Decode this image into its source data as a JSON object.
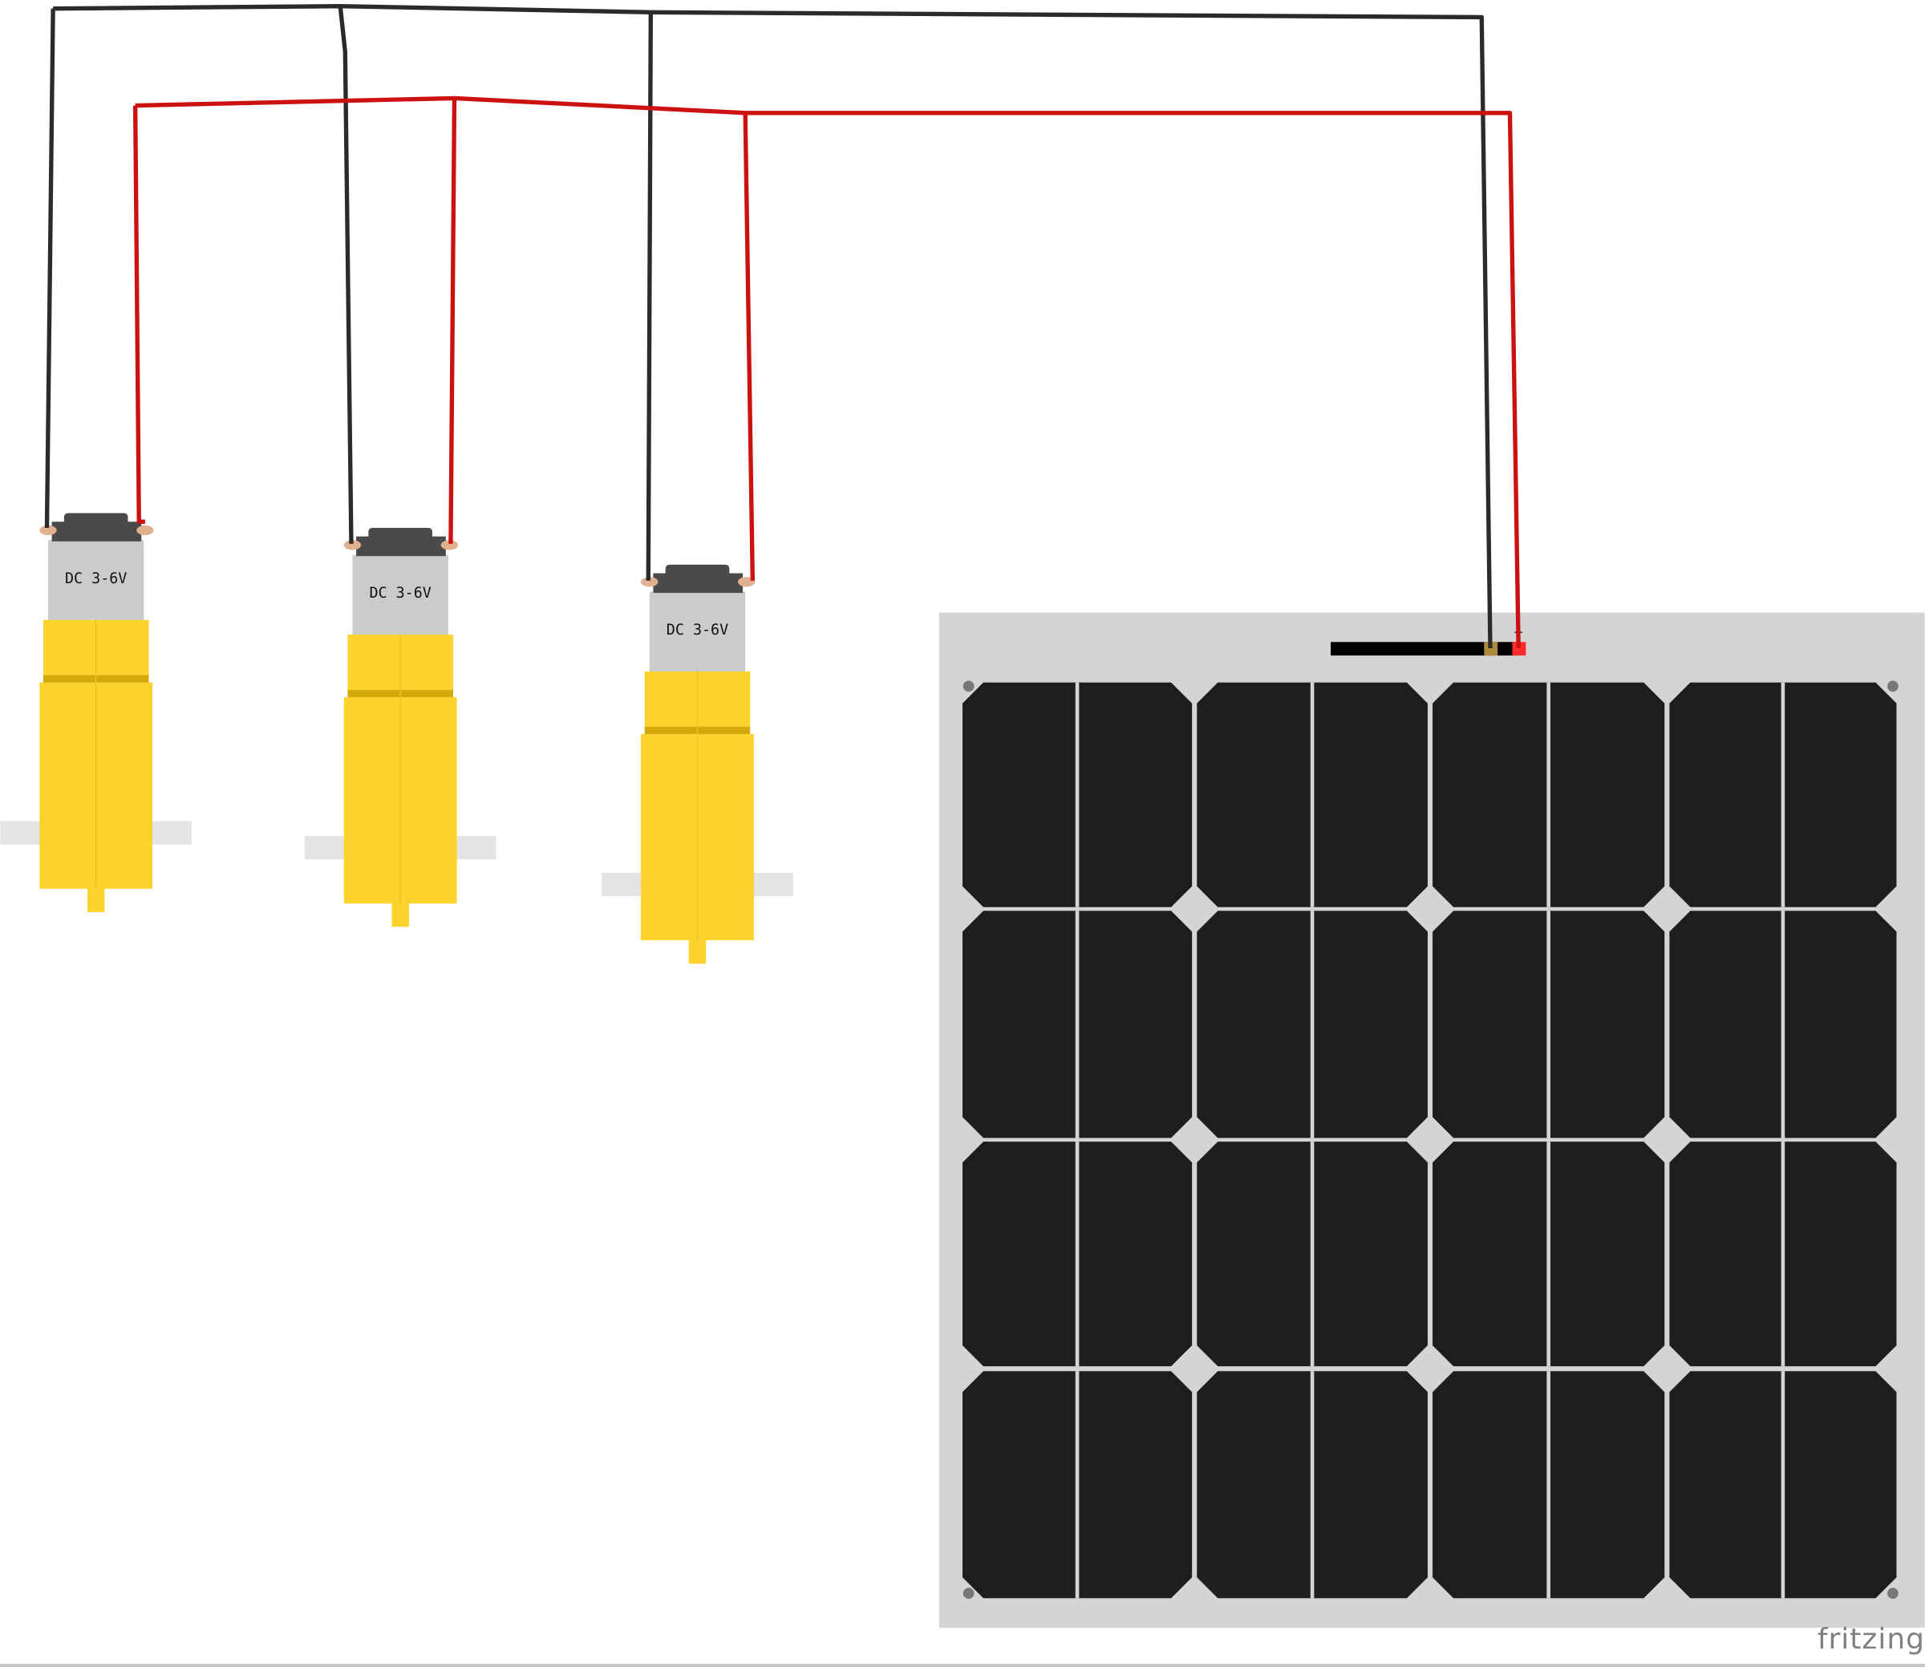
{
  "diagram": {
    "motors": [
      {
        "label": "DC 3-6V"
      },
      {
        "label": "DC 3-6V"
      },
      {
        "label": "DC 3-6V"
      }
    ],
    "solar_panel": {
      "terminal_labels": [
        "-",
        "+"
      ],
      "cell_grid": {
        "rows": 4,
        "cols": 4
      }
    },
    "wire_colors": {
      "negative": "#2b2b2b",
      "positive": "#cc1111"
    },
    "colors": {
      "motor_yellow": "#fcd32d",
      "motor_body": "#cbcbcb",
      "motor_cap": "#4a4a4a",
      "panel_frame": "#d4d4d6",
      "panel_cell": "#1e1e1e"
    },
    "watermark": "fritzing"
  }
}
